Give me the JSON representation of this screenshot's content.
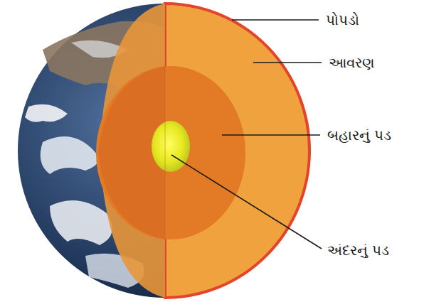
{
  "diagram": {
    "labels": [
      "પોપડો",
      "આવરણ",
      "બહારનું પડ",
      "અંદરનું પડ"
    ]
  }
}
